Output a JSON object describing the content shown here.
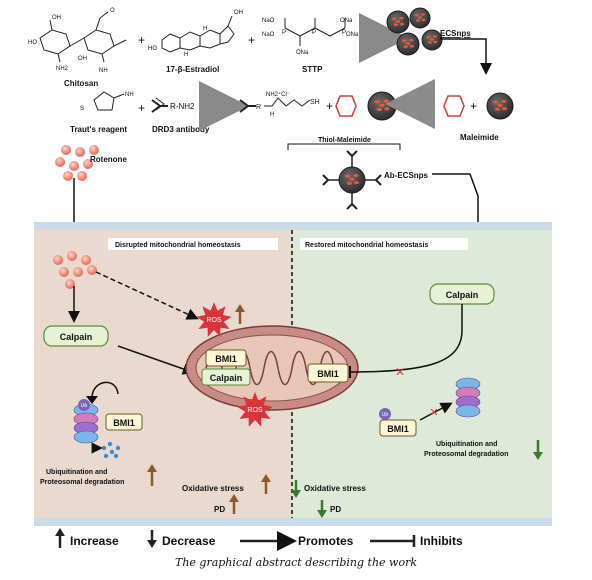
{
  "top": {
    "chitosan_label": "Chitosan",
    "estradiol_label": "17-β-Estradiol",
    "sttp_label": "STTP",
    "plus": "+",
    "ecsnps_label": "ECSnps",
    "trauts_label": "Traut's reagent",
    "drd3_label": "DRD3 antibody",
    "rnh2_label": "R-NH2",
    "nh2cl_label": "NH2⁺Cl⁻",
    "h_label": "H",
    "r_label": "R",
    "sh_label": "SH",
    "nh_label": "NH",
    "s_label": "S",
    "maleimide_label": "Maleimide",
    "thiol_maleimide_label": "Thiol-Maleimide",
    "ab_ecsnps_label": "Ab-ECSnps",
    "rotenone_label": "Rotenone",
    "chem_labels": {
      "oh": "OH",
      "ho": "HO",
      "nh2": "NH2",
      "o": "O",
      "nh": "NH",
      "h": "H",
      "nao": "NaO",
      "ona": "ONa",
      "p": "P"
    }
  },
  "panels": {
    "left_title": "Disrupted mitochondrial homeostasis",
    "right_title": "Restored mitochondrial homeostasis"
  },
  "left": {
    "calpain": "Calpain",
    "ros_top": "ROS",
    "ros_bottom": "ROS",
    "bmi1_mito": "BMI1",
    "calpain_mito": "Calpain",
    "bmi1": "BMI1",
    "ub": "Ub",
    "ubiq_line1": "Ubiquitination and",
    "ubiq_line2": "Proteosomal degradation",
    "ox_stress": "Oxidative stress",
    "pd": "PD"
  },
  "right": {
    "calpain": "Calpain",
    "bmi1_mito": "BMI1",
    "bmi1": "BMI1",
    "ub": "Ub",
    "ubiq_line1": "Ubiquitination and",
    "ubiq_line2": "Proteosomal degradation",
    "ox_stress": "Oxidative stress",
    "pd": "PD"
  },
  "legend": {
    "increase": "Increase",
    "decrease": "Decrease",
    "promotes": "Promotes",
    "inhibits": "Inhibits"
  },
  "caption": "The graphical abstract describing the work",
  "colors": {
    "left_panel": "#ead9cf",
    "right_panel": "#dfe9da",
    "membrane": "#c9dbe8",
    "calpain_fill": "#e6f1d6",
    "calpain_border": "#5d8a3a",
    "ros": "#d9333b",
    "mito_outer": "#c98b86",
    "mito_inner": "#e8c6b8",
    "up_arrow": "#8b5a2b",
    "down_arrow": "#3a7a2a",
    "inhibit_x": "#e03b3b",
    "nanoparticle": "#4a4a4a",
    "np_spot": "#e25a3a",
    "rotenone": "#ef8a7a"
  }
}
